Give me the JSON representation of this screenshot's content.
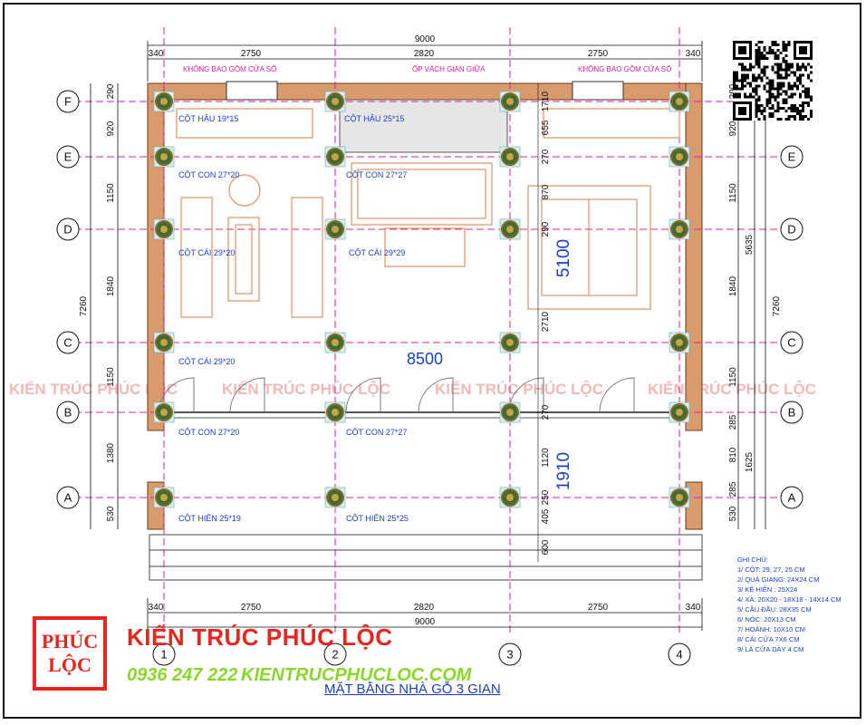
{
  "title": "MẶT BẰNG NHÀ GỖ 3 GIAN",
  "brand": {
    "company": "KIẾN TRÚC PHÚC LỘC",
    "phone": "0936 247 222",
    "website": "KIENTRUCPHUCLOC.COM",
    "logo_line1": "PHÚC",
    "logo_line2": "LỘC",
    "watermark": "KIẾN TRÚC PHÚC LỘC"
  },
  "colors": {
    "brand_red": "#e8261f",
    "annotation_blue": "#1a3fc9",
    "axis_magenta": "#e0209a",
    "wall_brown": "#c97a4a",
    "phone_green": "#8bd62a"
  },
  "axes": {
    "columns": [
      "1",
      "2",
      "3",
      "4"
    ],
    "rows": [
      "F",
      "E",
      "D",
      "C",
      "B",
      "A"
    ]
  },
  "dims": {
    "top_total": "9000",
    "top_segments": [
      "340",
      "2750",
      "2820",
      "2750",
      "340"
    ],
    "bottom_total": "9000",
    "bottom_segments": [
      "340",
      "2750",
      "2820",
      "2750",
      "340"
    ],
    "left_segments": [
      "290",
      "920",
      "1150",
      "1840",
      "1150",
      "1380",
      "530"
    ],
    "left_total": "7260",
    "right_segments": [
      "290",
      "920",
      "1150",
      "1840",
      "1150",
      "285",
      "810",
      "285",
      "530"
    ],
    "right_total": "7260",
    "right_sub_total_1": "5635",
    "right_sub_total_2": "1625",
    "interior_col3": [
      "1710",
      "655",
      "270",
      "870",
      "290",
      "2710",
      "270",
      "1120",
      "250",
      "405",
      "600"
    ],
    "big_5100": "5100",
    "big_1910": "1910",
    "big_8500": "8500",
    "right_top_small": "290",
    "right_920": "920"
  },
  "labels": {
    "window_left": "KHÔNG BAO GỒM CỬA SỔ",
    "window_right": "KHÔNG BAO GỒM CỬA SỔ",
    "partition": "ỐP VÁCH GIAN GIỮA",
    "cot_hau_left": "CỘT HẬU 19*15",
    "cot_hau_mid": "CỘT HẬU 25*15",
    "cot_con_e": "CỘT CON 27*20",
    "cot_con_mid": "CỘT CON 27*27",
    "cot_cai_d1": "CỘT CÁI 29*20",
    "cot_cai_d2": "CỘT CÁI 29*29",
    "cot_cai_c": "CỘT CÁI 29*20",
    "cot_con_b1": "CỘT CON 27*20",
    "cot_con_b2": "CỘT CON 27*27",
    "cot_hien_1": "CỘT HIÊN 25*19",
    "cot_hien_2": "CỘT HIÊN 25*25"
  },
  "notes": {
    "heading": "GHI CHÚ:",
    "items": [
      "1/ CỘT: 29, 27, 25 CM",
      "2/ QUÁ GIANG: 24X24 CM",
      "3/ KẺ HIÊN : 25X24",
      "4/ XÀ: 20X20 - 18X18 - 14X14 CM",
      "5/ CẦU ĐẦU: 28X35 CM",
      "6/ NÓC: 20X13 CM",
      "7/ HOÀNH: 10X10 CM",
      "8/ CÁI CỬA 7X6 CM",
      "9/ LÁ CỬA DÀY 4 CM"
    ]
  }
}
